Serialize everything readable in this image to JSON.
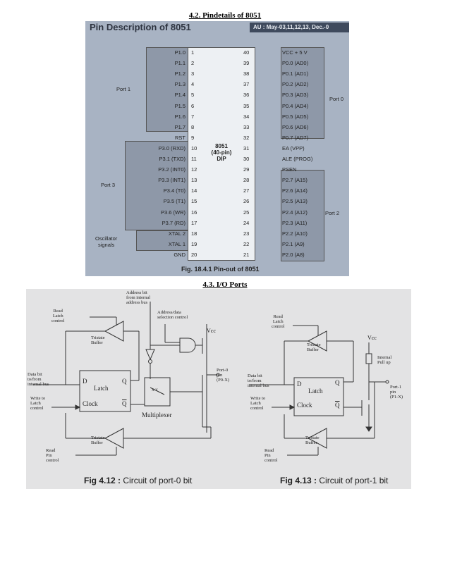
{
  "headings": {
    "pin_details": "4.2. Pindetails of 8051",
    "io_ports": "4.3. I/O Ports"
  },
  "pin_diagram": {
    "title": "Pin Description of 8051",
    "au_tag": "AU : May-03,11,12,13, Dec.-0",
    "chip_label": [
      "8051",
      "(40-pin)",
      "DIP"
    ],
    "figure_caption": "Fig. 18.4.1 Pin-out of 8051",
    "left_pins": [
      {
        "name": "P1.0",
        "num": "1"
      },
      {
        "name": "P1.1",
        "num": "2"
      },
      {
        "name": "P1.2",
        "num": "3"
      },
      {
        "name": "P1.3",
        "num": "4"
      },
      {
        "name": "P1.4",
        "num": "5"
      },
      {
        "name": "P1.5",
        "num": "6"
      },
      {
        "name": "P1.6",
        "num": "7"
      },
      {
        "name": "P1.7",
        "num": "8"
      },
      {
        "name": "RST",
        "num": "9"
      },
      {
        "name": "P3.0  (RXD)",
        "num": "10"
      },
      {
        "name": "P3.1  (TXD)",
        "num": "11"
      },
      {
        "name": "P3.2  (INT0)",
        "num": "12"
      },
      {
        "name": "P3.3  (INT1)",
        "num": "13"
      },
      {
        "name": "P3.4     (T0)",
        "num": "14"
      },
      {
        "name": "P3.5     (T1)",
        "num": "15"
      },
      {
        "name": "P3.6  (WR)",
        "num": "16"
      },
      {
        "name": "P3.7  (RD)",
        "num": "17"
      },
      {
        "name": "XTAL 2",
        "num": "18"
      },
      {
        "name": "XTAL 1",
        "num": "19"
      },
      {
        "name": "GND",
        "num": "20"
      }
    ],
    "right_pins": [
      {
        "num": "40",
        "name": "VCC + 5 V"
      },
      {
        "num": "39",
        "name": "P0.0  (AD0)"
      },
      {
        "num": "38",
        "name": "P0.1  (AD1)"
      },
      {
        "num": "37",
        "name": "P0.2  (AD2)"
      },
      {
        "num": "36",
        "name": "P0.3  (AD3)"
      },
      {
        "num": "35",
        "name": "P0.4  (AD4)"
      },
      {
        "num": "34",
        "name": "P0.5  (AD5)"
      },
      {
        "num": "33",
        "name": "P0.6  (AD6)"
      },
      {
        "num": "32",
        "name": "P0.7  (AD7)"
      },
      {
        "num": "31",
        "name": "EA (VPP)"
      },
      {
        "num": "30",
        "name": "ALE (PROG)"
      },
      {
        "num": "29",
        "name": "PSEN"
      },
      {
        "num": "28",
        "name": "P2.7 (A15)"
      },
      {
        "num": "27",
        "name": "P2.6 (A14)"
      },
      {
        "num": "26",
        "name": "P2.5 (A13)"
      },
      {
        "num": "25",
        "name": "P2.4 (A12)"
      },
      {
        "num": "24",
        "name": "P2.3 (A11)"
      },
      {
        "num": "23",
        "name": "P2.2 (A10)"
      },
      {
        "num": "22",
        "name": "P2.1 (A9)"
      },
      {
        "num": "21",
        "name": "P2.0 (A8)"
      }
    ],
    "group_labels": {
      "port1": "Port 1",
      "port3": "Port 3",
      "osc": [
        "Oscillator",
        "signals"
      ],
      "port0": "Port 0",
      "port2": "Port 2"
    }
  },
  "port_circuits": {
    "address_bit": [
      "Address bit",
      "from internal",
      "address bus"
    ],
    "address_data": [
      "Address/data",
      "selection control"
    ],
    "p0": {
      "read_latch": [
        "Read",
        "Latch",
        "control"
      ],
      "tristate_top": [
        "Tristate",
        "Buffer"
      ],
      "data_bit": [
        "Data bit",
        "to/from",
        "internal bus"
      ],
      "write_latch": [
        "Write to",
        "Latch",
        "control"
      ],
      "latch": "Latch",
      "d": "D",
      "q": "Q",
      "clock": "Clock",
      "qbar": "Q",
      "vcc": "Vcc",
      "port_pin": [
        "Port-0",
        "pin",
        "(P0-X)"
      ],
      "multiplexer": "Multiplexer",
      "mux_mark": "X-Y",
      "tristate_bottom": [
        "Tristate",
        "Buffer"
      ],
      "read_pin": [
        "Read",
        "Pin",
        "control"
      ],
      "caption_prefix": "Fig 4.12 : ",
      "caption_text": "Circuit of port-0 bit"
    },
    "p1": {
      "read_latch": [
        "Read",
        "Latch",
        "control"
      ],
      "tristate_top": [
        "Tristate",
        "Buffer"
      ],
      "data_bit": [
        "Data bit",
        "to/from",
        "internal bus"
      ],
      "write_latch": [
        "Write to",
        "Latch",
        "control"
      ],
      "latch": "Latch",
      "d": "D",
      "q": "Q",
      "clock": "Clock",
      "qbar": "Q",
      "vcc": "Vcc",
      "pullup": [
        "Internal",
        "Pull up"
      ],
      "port_pin": [
        "Port-1",
        "pin",
        "(P1-X)"
      ],
      "tristate_bottom": [
        "Tristate",
        "Buffer"
      ],
      "read_pin": [
        "Read",
        "Pin",
        "control"
      ],
      "caption_prefix": "Fig 4.13 : ",
      "caption_text": "Circuit of port-1 bit"
    }
  }
}
